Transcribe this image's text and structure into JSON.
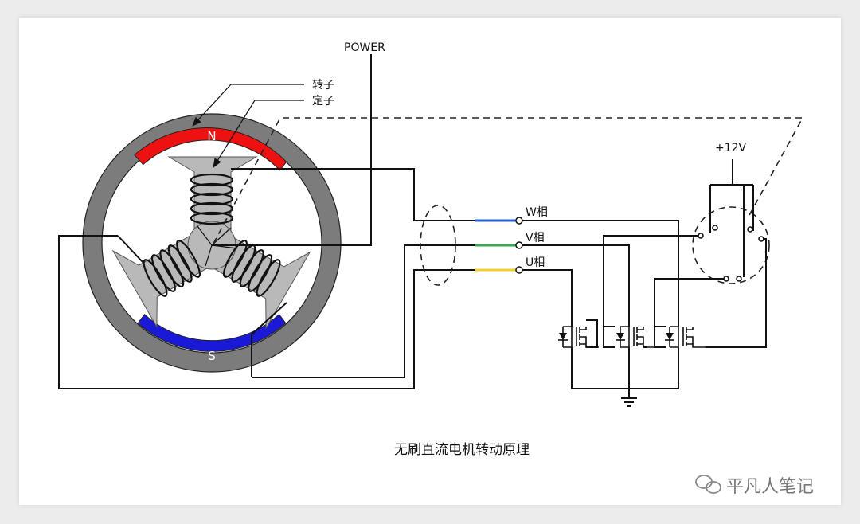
{
  "labels": {
    "power": "POWER",
    "rotor": "转子",
    "stator": "定子",
    "pole_north": "N",
    "pole_south": "S",
    "supply": "+12V",
    "phase_w": "W相",
    "phase_v": "V相",
    "phase_u": "U相"
  },
  "caption": "无刷直流电机转动原理",
  "watermark": "平凡人笔记",
  "colors": {
    "ring": "#7c7c7c",
    "north_pole": "#ee1111",
    "south_pole": "#1a1ad6",
    "stator": "#b9b9b9",
    "wire_w": "#2b5fd8",
    "wire_v": "#3aa655",
    "wire_u": "#f2cf2a"
  }
}
